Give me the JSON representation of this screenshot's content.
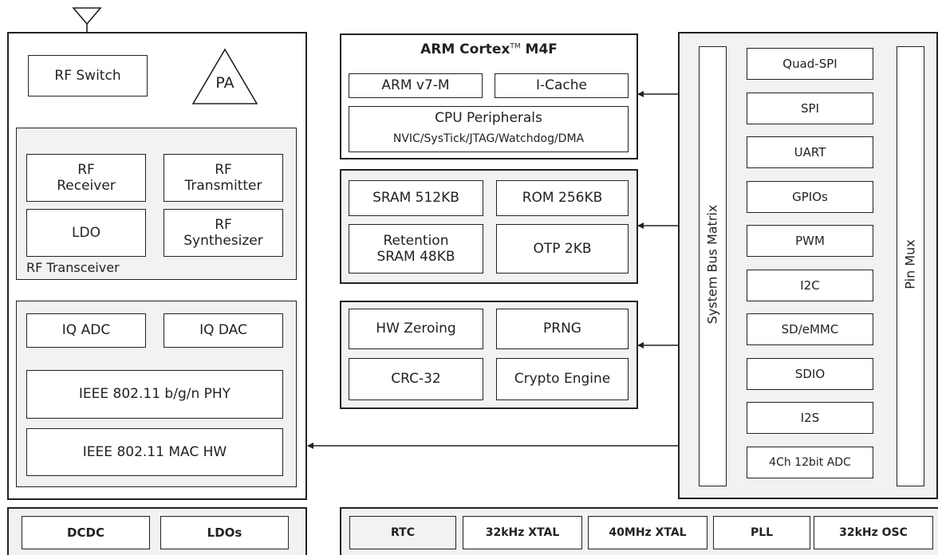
{
  "rf": {
    "switch": "RF Switch",
    "pa": "PA",
    "receiver": "RF\nReceiver",
    "transmitter": "RF\nTransmitter",
    "ldo": "LDO",
    "synth": "RF\nSynthesizer",
    "transceiver_label": "RF Transceiver",
    "iq_adc": "IQ ADC",
    "iq_dac": "IQ DAC",
    "phy": "IEEE 802.11 b/g/n PHY",
    "mac": "IEEE 802.11 MAC HW"
  },
  "cpu": {
    "title_main": "ARM Cortex",
    "title_tm": "TM",
    "title_suffix": " M4F",
    "arm": "ARM v7-M",
    "icache": "I-Cache",
    "periph_title": "CPU Peripherals",
    "periph_sub": "NVIC/SysTick/JTAG/Watchdog/DMA"
  },
  "memory": {
    "sram": "SRAM 512KB",
    "rom": "ROM 256KB",
    "retention": "Retention\nSRAM 48KB",
    "otp": "OTP 2KB"
  },
  "security": {
    "zeroing": "HW Zeroing",
    "prng": "PRNG",
    "crc": "CRC-32",
    "crypto": "Crypto Engine"
  },
  "bus": {
    "matrix": "System Bus Matrix",
    "pinmux": "Pin Mux",
    "peripherals": [
      "Quad-SPI",
      "SPI",
      "UART",
      "GPIOs",
      "PWM",
      "I2C",
      "SD/eMMC",
      "SDIO",
      "I2S",
      "4Ch 12bit ADC"
    ]
  },
  "power": {
    "dcdc": "DCDC",
    "ldos": "LDOs"
  },
  "clocks": {
    "rtc": "RTC",
    "xtal32": "32kHz XTAL",
    "xtal40": "40MHz XTAL",
    "pll": "PLL",
    "osc32": "32kHz OSC"
  }
}
